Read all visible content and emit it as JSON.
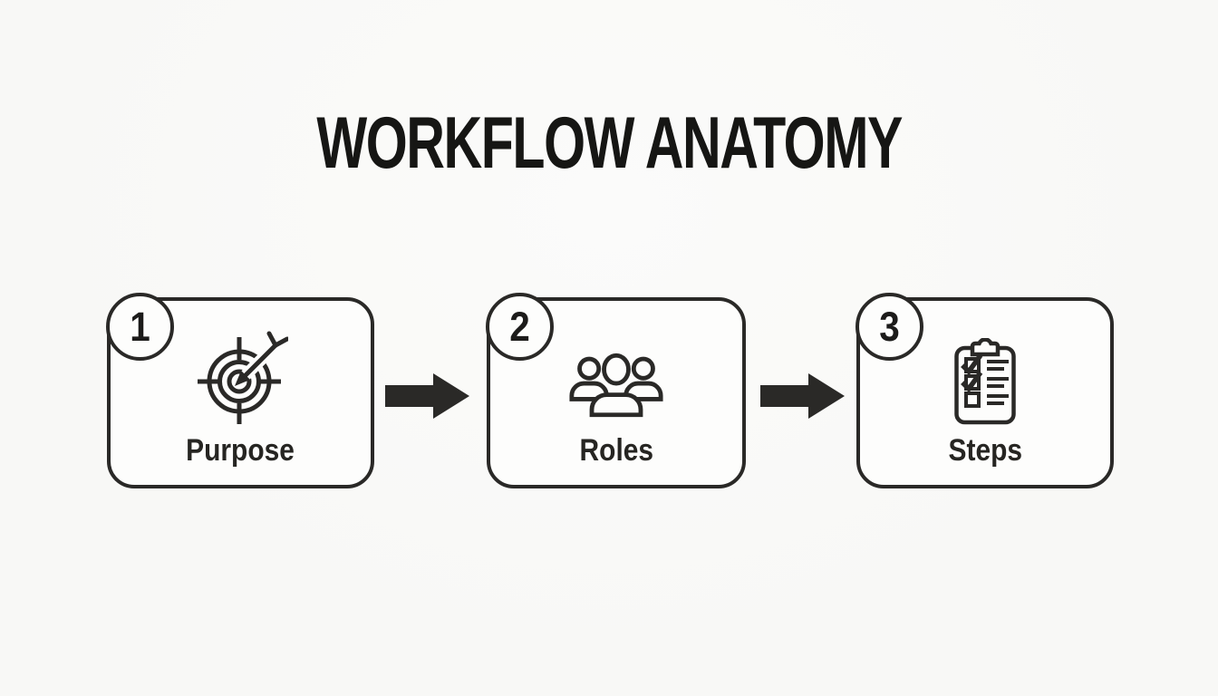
{
  "title": "WORKFLOW ANATOMY",
  "steps": [
    {
      "number": "1",
      "label": "Purpose",
      "icon": "target-icon"
    },
    {
      "number": "2",
      "label": "Roles",
      "icon": "people-group-icon"
    },
    {
      "number": "3",
      "label": "Steps",
      "icon": "clipboard-checklist-icon"
    }
  ],
  "connectors": [
    {
      "icon": "arrow-right-icon"
    },
    {
      "icon": "arrow-right-icon"
    }
  ],
  "colors": {
    "ink": "#262522",
    "title_ink": "#161614",
    "background": "#f8f8f6",
    "card_fill": "#fdfdfc",
    "border": "#2a2927"
  }
}
